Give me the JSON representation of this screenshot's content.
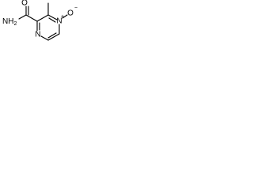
{
  "structure": {
    "atoms": {
      "carbonyl_oxygen": "O",
      "amide_nitrogen": "NH",
      "amide_h_count": "2",
      "ring_nitrogen_top": "N",
      "ring_nitrogen_bottom": "N",
      "n_oxide_oxygen": "O",
      "n_plus_charge": "+",
      "o_minus_charge": "−"
    },
    "bond_color": "#000000"
  }
}
